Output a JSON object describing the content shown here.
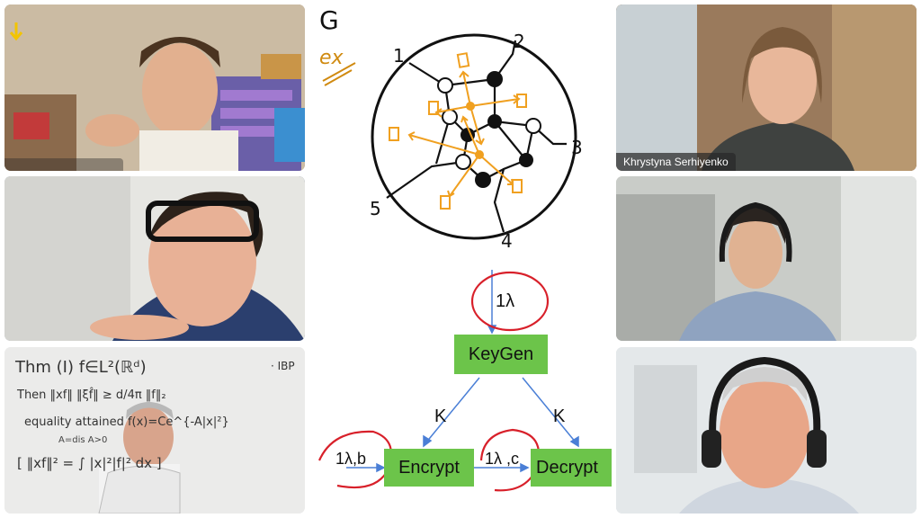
{
  "participants": [
    {
      "id": "p1",
      "name": "",
      "bg": "#b9a48c"
    },
    {
      "id": "p2",
      "name": "",
      "bg": "#3e5169"
    },
    {
      "id": "p3",
      "name": "",
      "bg": "#ececec"
    },
    {
      "id": "p4",
      "name": "Khrystyna Serhiyenko",
      "bg": "#8c6c50"
    },
    {
      "id": "p5",
      "name": "",
      "bg": "#d7d7d3"
    },
    {
      "id": "p6",
      "name": "",
      "bg": "#dcdfe2"
    }
  ],
  "whiteboard": {
    "title_letter": "G",
    "ex_label": "ex",
    "vertex_numbers": [
      "1",
      "2",
      "3",
      "4",
      "5"
    ],
    "edge_labels": [
      "K",
      "K"
    ],
    "keygen": "KeyGen",
    "encrypt": "Encrypt",
    "decrypt": "Decrypt",
    "security_param": "1λ",
    "enc_input": "1λ,b",
    "dec_input": "1λ ,c"
  },
  "board_text": {
    "thm": "Thm (I)  f∈L²(ℝᵈ)",
    "ibp": "· IBP",
    "then": "Then  ‖xf‖  ‖ξf̂‖  ≥  d/4π ‖f‖₂",
    "equality": "equality attained f(x)=Ce^{-A|x|²}",
    "cond": "A=dis  A>0",
    "integral": "[ ‖xf‖²  =  ∫ |x|²|f|² dx ]"
  },
  "colors": {
    "orange": "#f0a020",
    "red": "#d8202a",
    "green": "#6cc44a",
    "arrow": "#4a7fd6"
  }
}
